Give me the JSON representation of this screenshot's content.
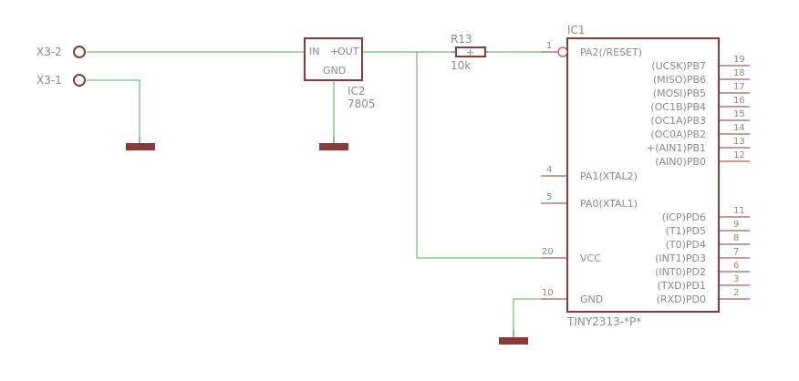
{
  "connectors": [
    {
      "id": "x3_2",
      "label": "X3-2"
    },
    {
      "id": "x3_1",
      "label": "X3-1"
    }
  ],
  "regulator": {
    "name": "IC2",
    "value": "7805",
    "pins": {
      "in": "IN",
      "out": "OUT",
      "gnd": "GND"
    },
    "out_marker": "+"
  },
  "resistor": {
    "name": "R13",
    "value": "10k",
    "marker": "+"
  },
  "mcu": {
    "name": "IC1",
    "value": "TINY2313-*P*",
    "left_pins": [
      {
        "num": "1",
        "label": "PA2(/RESET)"
      },
      {
        "num": "4",
        "label": "PA1(XTAL2)"
      },
      {
        "num": "5",
        "label": "PA0(XTAL1)"
      },
      {
        "num": "20",
        "label": "VCC"
      },
      {
        "num": "10",
        "label": "GND"
      }
    ],
    "right_pins": [
      {
        "num": "19",
        "label": "(UCSK)PB7"
      },
      {
        "num": "18",
        "label": "(MISO)PB6"
      },
      {
        "num": "17",
        "label": "(MOSI)PB5"
      },
      {
        "num": "16",
        "label": "(OC1B)PB4"
      },
      {
        "num": "15",
        "label": "(OC1A)PB3"
      },
      {
        "num": "14",
        "label": "(OC0A)PB2"
      },
      {
        "num": "13",
        "label": "(AIN1)PB1"
      },
      {
        "num": "12",
        "label": "(AIN0)PB0"
      },
      {
        "num": "11",
        "label": "(ICP)PD6"
      },
      {
        "num": "9",
        "label": "(T1)PD5"
      },
      {
        "num": "8",
        "label": "(T0)PD4"
      },
      {
        "num": "7",
        "label": "(INT1)PD3"
      },
      {
        "num": "6",
        "label": "(INT0)PD2"
      },
      {
        "num": "3",
        "label": "(TXD)PD1"
      },
      {
        "num": "2",
        "label": "(RXD)PD0"
      }
    ],
    "pb1_marker": "+"
  },
  "colors": {
    "part": "#8b3a3a",
    "wire": "#4caf50",
    "text": "#8a8a8a",
    "background": "#ffffff"
  }
}
